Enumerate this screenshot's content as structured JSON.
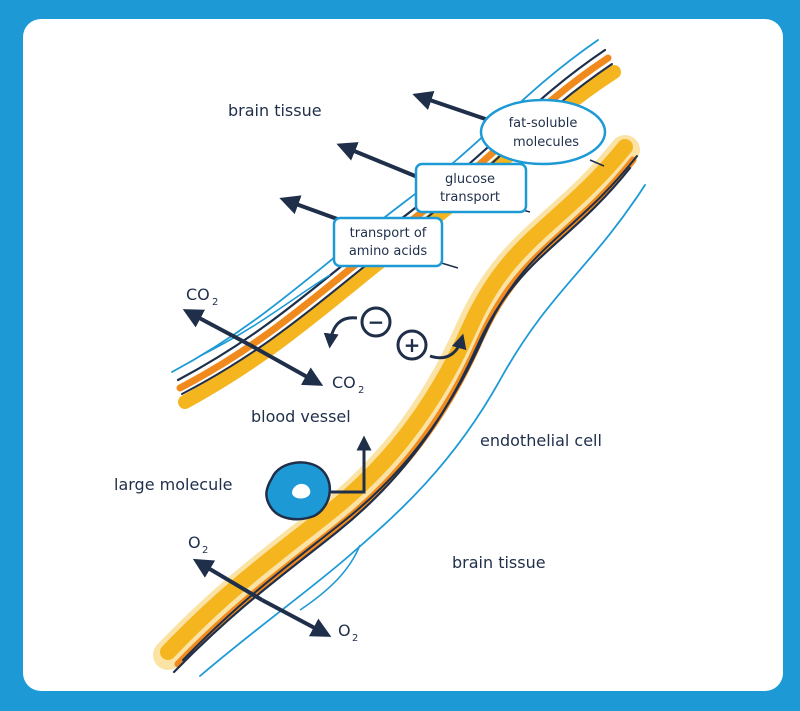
{
  "labels": {
    "brain_tissue_top": "brain tissue",
    "blood_vessel": "blood vessel",
    "endothelial_cell": "endothelial cell",
    "large_molecule": "large molecule",
    "brain_tissue_bottom": "brain tissue"
  },
  "callouts": {
    "fat_soluble": [
      "fat-soluble",
      "molecules"
    ],
    "glucose": [
      "glucose",
      "transport"
    ],
    "amino": [
      "transport of",
      "amino acids"
    ]
  },
  "gases": {
    "co2_a": "CO",
    "co2_a_sub": "2",
    "co2_b": "CO",
    "co2_b_sub": "2",
    "o2_a": "O",
    "o2_a_sub": "2",
    "o2_b": "O",
    "o2_b_sub": "2"
  },
  "charges": {
    "minus": "−",
    "plus": "+"
  },
  "colors": {
    "navy": "#1f2f4a",
    "orange": "#f08a1d",
    "yellow": "#f5b51f",
    "pale_yellow": "#fbe3a6",
    "blue": "#1d9ad6",
    "callout_border": "#1d9ad6"
  }
}
